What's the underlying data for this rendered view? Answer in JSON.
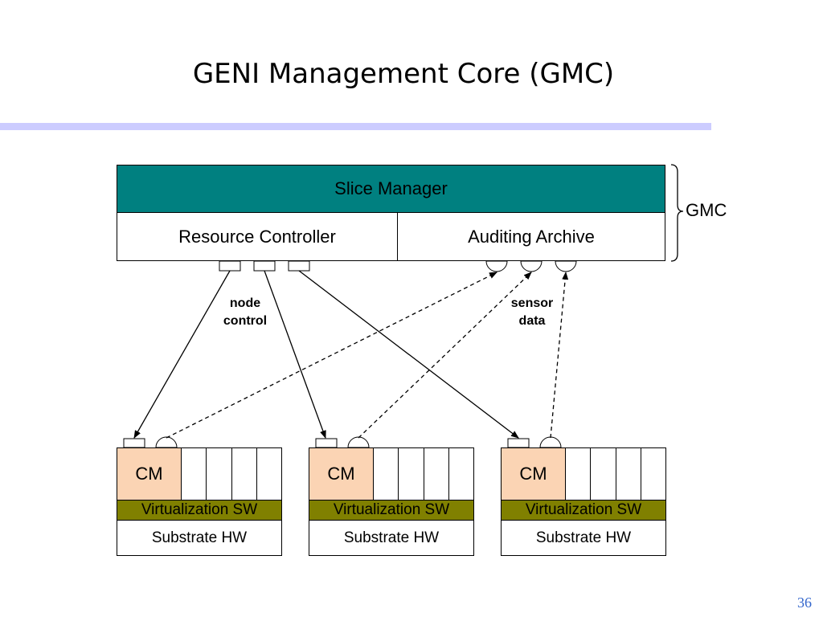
{
  "slide": {
    "title": "GENI Management Core (GMC)",
    "page_number": "36"
  },
  "gmc": {
    "slice_manager": "Slice Manager",
    "resource_controller": "Resource Controller",
    "auditing_archive": "Auditing Archive",
    "brace_label": "GMC"
  },
  "annotations": {
    "node_control": [
      "node",
      "control"
    ],
    "sensor_data": [
      "sensor",
      "data"
    ]
  },
  "nodes": [
    {
      "cm": "CM",
      "virtualization": "Virtualization SW",
      "substrate": "Substrate HW"
    },
    {
      "cm": "CM",
      "virtualization": "Virtualization SW",
      "substrate": "Substrate HW"
    },
    {
      "cm": "CM",
      "virtualization": "Virtualization SW",
      "substrate": "Substrate HW"
    }
  ],
  "colors": {
    "slice_manager": "#008080",
    "cm": "#fbd4b4",
    "virtualization": "#808000",
    "title_rule": "#ccccff"
  }
}
